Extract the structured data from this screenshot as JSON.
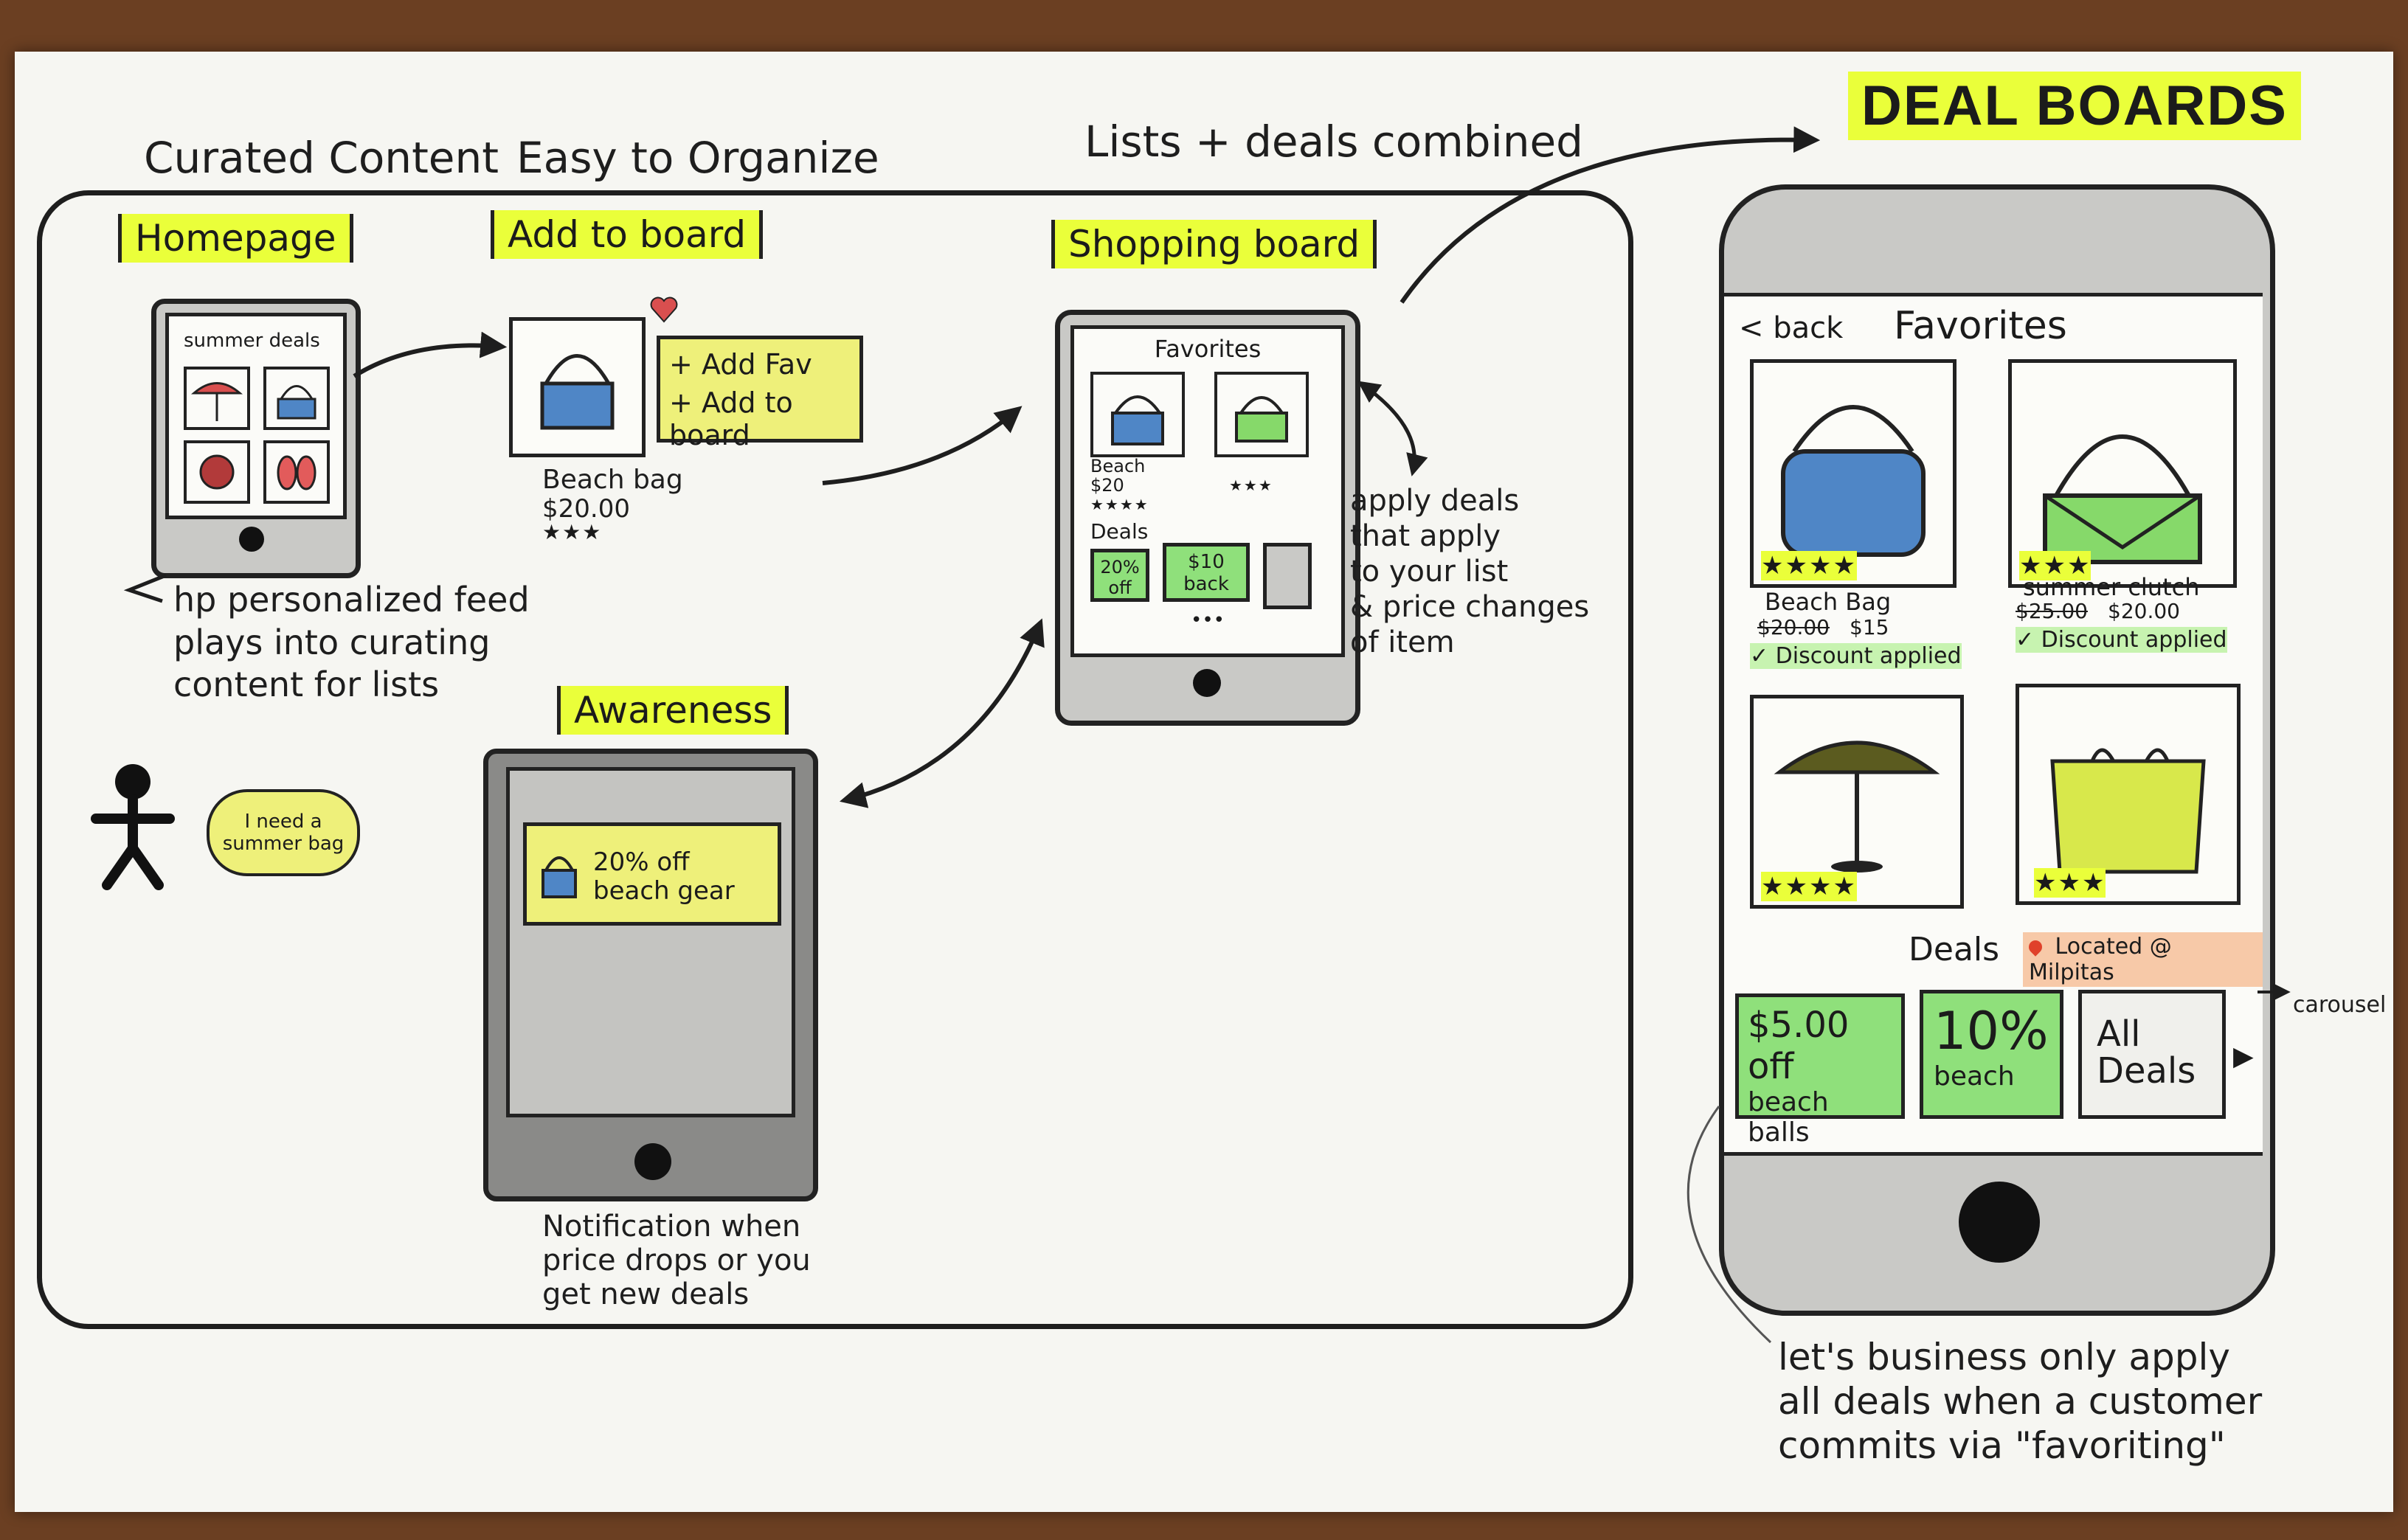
{
  "headers": {
    "curated": "Curated Content",
    "organize": "Easy to Organize",
    "combined": "Lists + deals combined"
  },
  "title": "DEAL BOARDS",
  "homepage": {
    "label": "Homepage",
    "screen_text": "summer deals",
    "note": "hp personalized feed plays into curating content for lists",
    "thought": "I need a summer bag"
  },
  "add_to_board": {
    "label": "Add to board",
    "item_name": "Beach bag",
    "item_price": "$20.00",
    "stars": "★★★",
    "menu_fav": "+ Add Fav",
    "menu_board": "+ Add to board"
  },
  "shopping_board": {
    "label": "Shopping board",
    "screen_title": "Favorites",
    "item1_name": "Beach",
    "item1_price": "$20",
    "item1_stars": "★★★★",
    "item2_stars": "★★★",
    "deals_label": "Deals",
    "deal1": "20% off",
    "deal2": "$10 back",
    "more": "•••",
    "note_line1": "apply deals",
    "note_line2": "that apply",
    "note_line3": "to your list",
    "note_line4": "& price changes",
    "note_line5": "of item"
  },
  "awareness": {
    "label": "Awareness",
    "notification": "20% off beach gear",
    "note_line1": "Notification when",
    "note_line2": "price drops or you",
    "note_line3": "get new deals"
  },
  "deal_board": {
    "back": "< back",
    "title": "Favorites",
    "item1": {
      "name": "Beach Bag",
      "old_price": "$20.00",
      "new_price": "$15",
      "stars": "★★★★",
      "status": "✓ Discount applied"
    },
    "item2": {
      "name": "summer clutch",
      "old_price": "$25.00",
      "new_price": "$20.00",
      "stars": "★★★",
      "status": "✓ Discount applied"
    },
    "item3": {
      "stars": "★★★★"
    },
    "item4": {
      "stars": "★★★"
    },
    "deals_label": "Deals",
    "location": "Located @ Milpitas",
    "deal1_main": "$5.00 off",
    "deal1_sub": "beach balls",
    "deal2_main": "10%",
    "deal2_sub": "beach",
    "deal3": "All Deals",
    "carousel": "carousel",
    "note_line1": "let's business only apply",
    "note_line2": "all deals when a customer",
    "note_line3": "commits via \"favoriting\""
  },
  "colors": {
    "highlight": "#eaff3a",
    "bag_blue": "#4f86c6",
    "bag_green": "#86d96a",
    "deal_green": "#8fe07b",
    "note_yellow": "#eef07a"
  }
}
